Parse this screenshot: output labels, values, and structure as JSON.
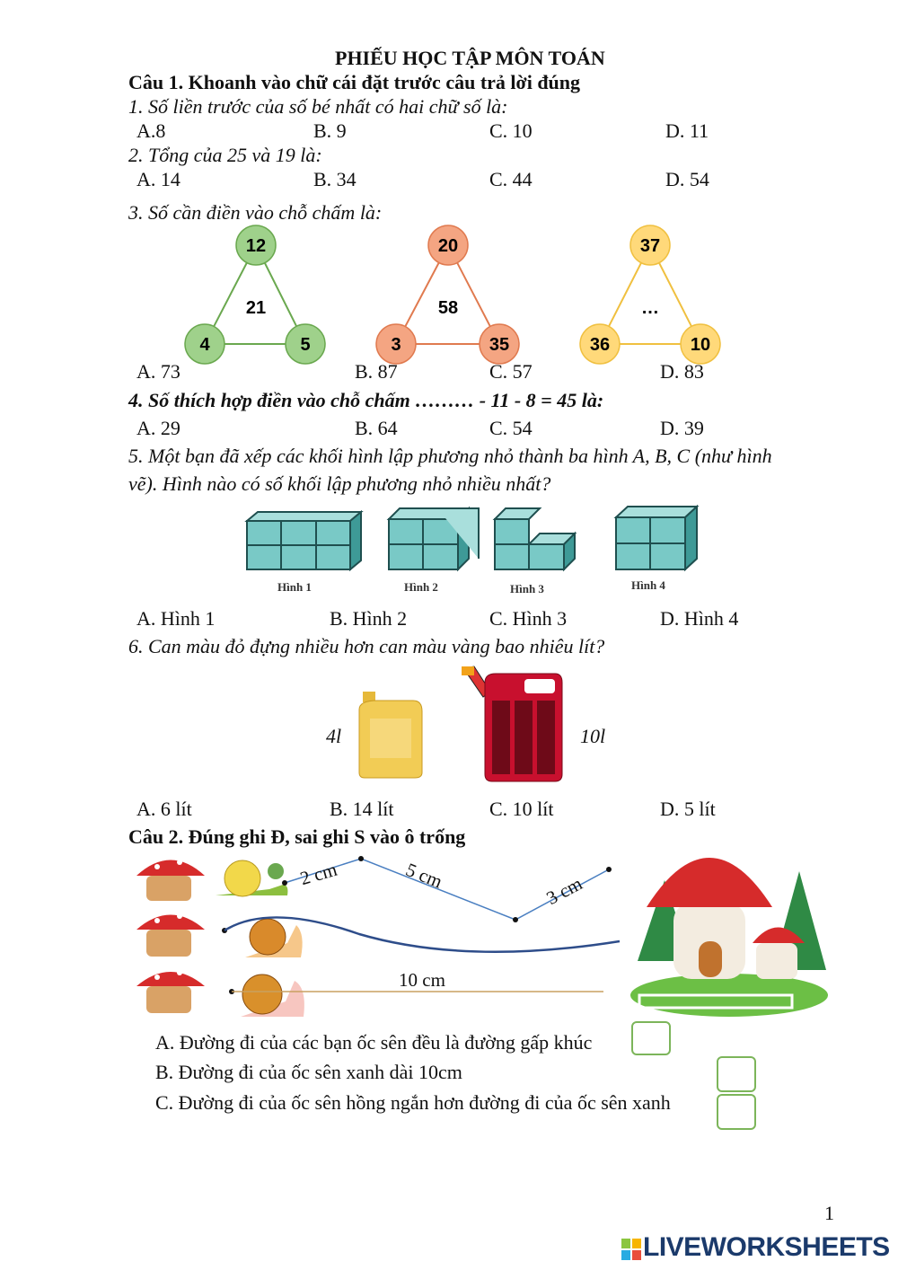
{
  "title": "PHIẾU HỌC TẬP MÔN TOÁN",
  "section1": {
    "heading": "Câu 1. Khoanh vào chữ cái đặt trước câu trả lời đúng",
    "questions": [
      {
        "text": "1. Số liền trước của số bé nhất có hai chữ số là:",
        "options": [
          "A.8",
          "B. 9",
          "C. 10",
          "D. 11"
        ]
      },
      {
        "text": "2. Tổng của 25 và 19 là:",
        "options": [
          "A. 14",
          "B. 34",
          "C. 44",
          "D. 54"
        ]
      },
      {
        "text": "3. Số cần  điền vào chỗ chấm là:",
        "options": [
          "A. 73",
          "B. 87",
          "C. 57",
          "D. 83"
        ],
        "triangles": [
          {
            "top": "12",
            "left": "4",
            "right": "5",
            "center": "21",
            "fill": "#9fd18b",
            "stroke": "#6aa84f"
          },
          {
            "top": "20",
            "left": "3",
            "right": "35",
            "center": "58",
            "fill": "#f4a582",
            "stroke": "#e07a4f"
          },
          {
            "top": "37",
            "left": "36",
            "right": "10",
            "center": "…",
            "fill": "#ffd97a",
            "stroke": "#f0c040"
          }
        ]
      },
      {
        "text": "4. Số thích hợp điền vào chỗ chấm ……… - 11 - 8 = 45 là:",
        "options": [
          "A. 29",
          "B. 64",
          "C. 54",
          "D. 39"
        ]
      },
      {
        "text": "5. Một bạn đã xếp các khối hình lập phương nhỏ thành ba hình A, B, C (như hình",
        "text2": "vẽ). Hình nào có số khối lập phương nhỏ nhiều nhất?",
        "figures": [
          "Hình 1",
          "Hình 2",
          "Hình 3",
          "Hình 4"
        ],
        "options": [
          "A. Hình 1",
          "B. Hình 2",
          "C. Hình 3",
          "D. Hình 4"
        ]
      },
      {
        "text": "6. Can màu đỏ đựng nhiều hơn can màu vàng bao nhiêu lít?",
        "yellow_label": "4l",
        "red_label": "10l",
        "options": [
          "A. 6 lít",
          "B. 14 lít",
          "C. 10 lít",
          "D. 5 lít"
        ]
      }
    ]
  },
  "section2": {
    "heading": "Câu 2. Đúng ghi Đ, sai ghi S vào ô trống",
    "segments": [
      "2 cm",
      "5 cm",
      "3 cm"
    ],
    "straight_label": "10 cm",
    "statements": [
      "A. Đường đi của các bạn ốc sên đều là đường gấp khúc",
      "B. Đường đi của ốc sên xanh dài 10cm",
      "C. Đường đi của ốc sên hồng ngắn hơn đường đi của ốc sên xanh"
    ]
  },
  "page_number": "1",
  "brand": "LIVEWORKSHEETS"
}
